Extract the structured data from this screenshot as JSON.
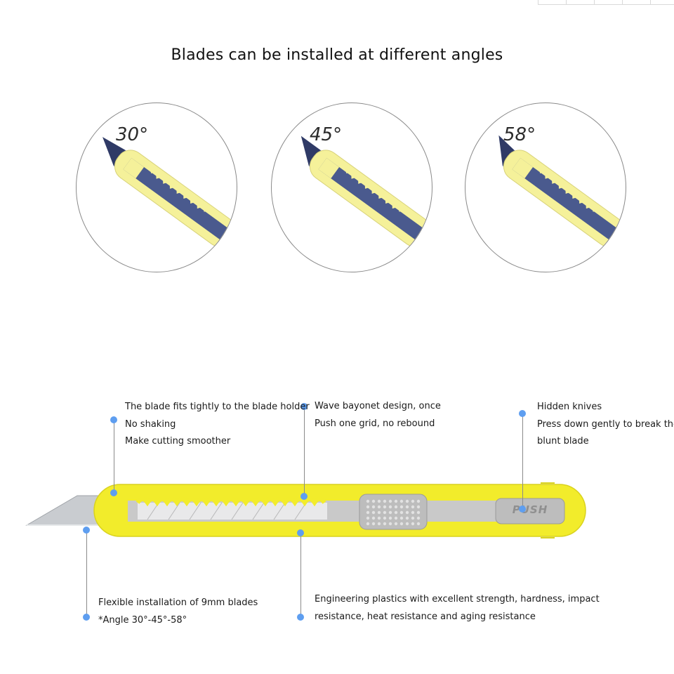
{
  "title": "Blades can be installed at different angles",
  "angles": [
    {
      "label": "30°"
    },
    {
      "label": "45°"
    },
    {
      "label": "58°"
    }
  ],
  "annotations": {
    "blade_holder": {
      "lines": [
        "The blade fits tightly to the blade holder",
        "No shaking",
        "Make cutting smoother"
      ]
    },
    "wave_bayonet": {
      "lines": [
        "Wave bayonet design, once",
        "Push one grid, no rebound"
      ]
    },
    "hidden_knives": {
      "lines": [
        "Hidden knives",
        "Press down gently to break the",
        "blunt blade"
      ]
    },
    "flexible_install": {
      "lines": [
        "Flexible installation of 9mm blades",
        "*Angle 30°-45°-58°"
      ]
    },
    "engineering_plastics": {
      "lines": [
        "Engineering plastics with excellent strength, hardness, impact",
        "resistance, heat resistance and aging resistance"
      ]
    }
  },
  "knife": {
    "push_label": "PUSH"
  },
  "colors": {
    "handle": "#f2ec2b",
    "handle_light": "#f5f19a",
    "blade": "#c9ccd0",
    "blade_blue": "#4a5a8e",
    "slider": "#b7b7b7",
    "dot": "#5e9ef0",
    "line": "#8a8a8a"
  }
}
